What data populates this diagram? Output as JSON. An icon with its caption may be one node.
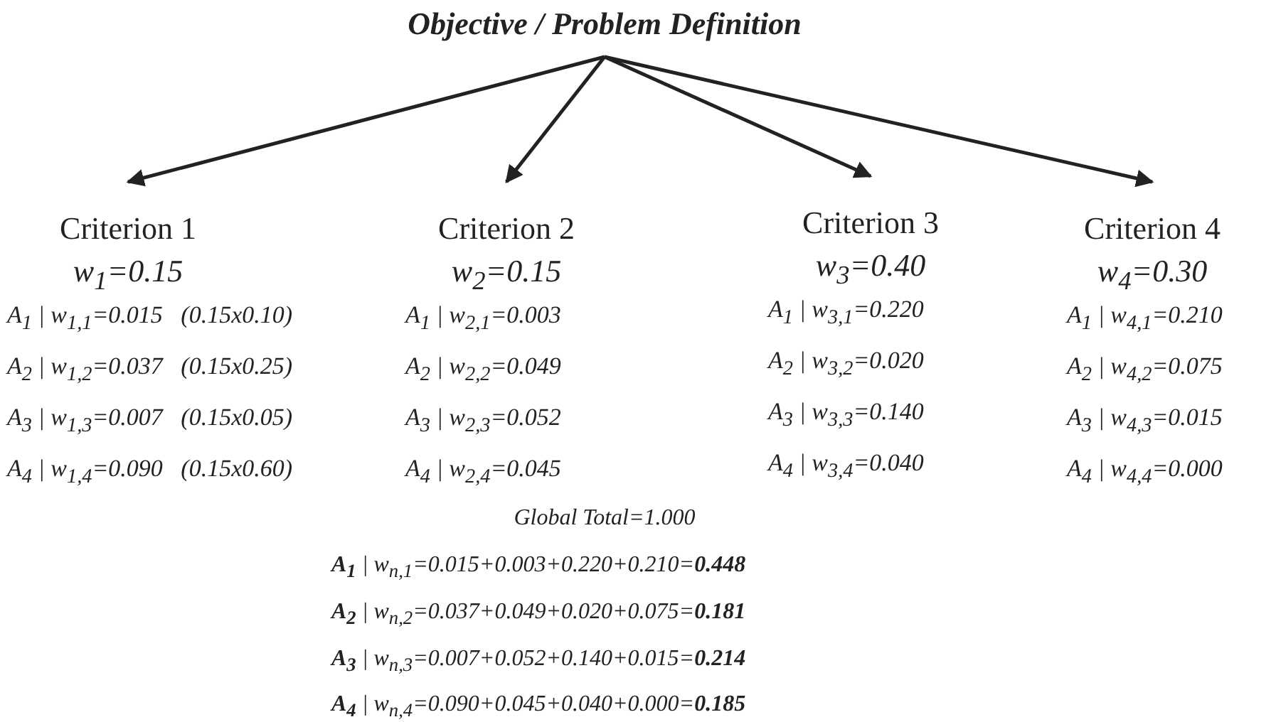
{
  "diagram": {
    "nodes": [
      {
        "text": [
          "Objective / Problem Definition"
        ]
      },
      {
        "text": [
          "Criterion 1",
          "w$_{1}$=0.15"
        ],
        "beside": [
          "A$_{1}$ | w$_{1,1}$=0.015   (0.15x0.10)",
          "A$_{2}$ | w$_{1,2}$=0.037   (0.15x0.25)",
          "A$_{3}$ | w$_{1,3}$=0.007   (0.15x0.05)",
          "A$_{4}$ | w$_{1,4}$=0.090   (0.15x0.60)"
        ]
      },
      {
        "text": [
          "Criterion 2",
          "w$_{2}$=0.15"
        ],
        "beside": [
          "A$_{1}$ | w$_{2,1}$=0.003",
          "A$_{2}$ | w$_{2,2}$=0.049",
          "A$_{3}$ | w$_{2,3}$=0.052",
          "A$_{4}$ | w$_{2,4}$=0.045"
        ]
      },
      {
        "text": [
          "Criterion 3",
          "w$_{3}$=0.40"
        ],
        "beside": [
          "A$_{1}$ | w$_{3,1}$=0.220",
          "A$_{2}$ | w$_{3,2}$=0.020",
          "A$_{3}$ | w$_{3,3}$=0.140",
          "A$_{4}$ | w$_{3,4}$=0.040"
        ]
      },
      {
        "text": [
          "Criterion 4",
          "w$_{4}$=0.30"
        ],
        "beside": [
          "A$_{1}$ | w$_{4,1}$=0.210",
          "A$_{2}$ | w$_{4,2}$=0.075",
          "A$_{3}$ | w$_{4,3}$=0.015",
          "A$_{4}$ | w$_{4,4}$=0.000"
        ]
      }
    ],
    "edges": [
      {
        "from": 0,
        "to": 1,
        "arrow": "to"
      },
      {
        "from": 0,
        "to": 2,
        "arrow": "to"
      },
      {
        "from": 0,
        "to": 3,
        "arrow": "to"
      },
      {
        "from": 0,
        "to": 4,
        "arrow": "to"
      }
    ],
    "labels": [
      "Global Total=1.000",
      "**A$_{1}$** | w$_{n,1}$=0.015+0.003+0.220+0.210=**0.448**",
      "**A$_{2}$** | w$_{n,2}$=0.037+0.049+0.020+0.075=**0.181**",
      "**A$_{3}$** | w$_{n,3}$=0.007+0.052+0.140+0.015=**0.214**",
      "**A$_{4}$** | w$_{n,4}$=0.090+0.045+0.040+0.000=**0.185**"
    ]
  }
}
